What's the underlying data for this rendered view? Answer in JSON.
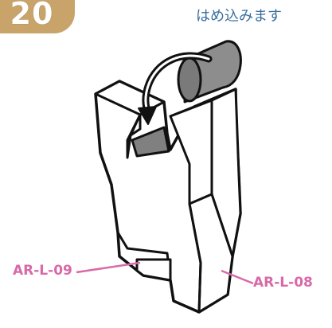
{
  "step": {
    "number": "20"
  },
  "instruction": {
    "text": "はめ込みます"
  },
  "parts": [
    {
      "id": "part-left",
      "label": "AR-L-09"
    },
    {
      "id": "part-right",
      "label": "AR-L-08"
    }
  ],
  "colors": {
    "badge": "#c9a46a",
    "instruction_text": "#3a6f9e",
    "part_label": "#d86aa8",
    "arrow": "#222222",
    "cylinder": "#808080"
  },
  "icons": {
    "rotation_arrow": "curved-arrow-icon"
  }
}
